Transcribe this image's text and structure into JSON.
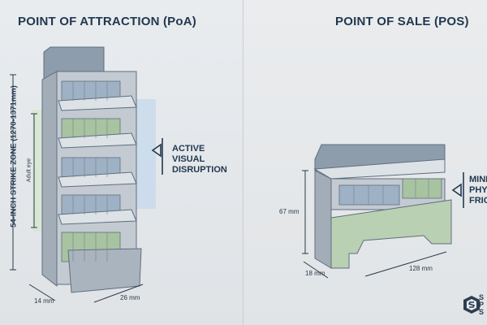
{
  "left_panel": {
    "title": "POINT OF ATTRACTION (PoA)",
    "strike_zone_label": "54-INCH STRIKE ZONE (1270-1371mm)",
    "eye_label": "Adult eye",
    "callout_lines": [
      "ACTIVE",
      "VISUAL",
      "DISRUPTION"
    ],
    "depth_dim": "14 mm",
    "width_dim": "26 mm"
  },
  "right_panel": {
    "title": "POINT OF SALE (POS)",
    "height_dim": "67 mm",
    "depth_dim": "18 mm",
    "width_dim": "128 mm",
    "callout_lines": [
      "MINI",
      "PHYS",
      "FRICT"
    ],
    "logo_letters": [
      "S",
      "P",
      "S"
    ]
  },
  "colors": {
    "title": "#22384f",
    "unit_frame": "#a9b3bd",
    "product_blue": "#9fb1c4",
    "product_green": "#a8c3a0",
    "zone_green": "#cfe8c4",
    "zone_blue": "#bcd6ec"
  }
}
